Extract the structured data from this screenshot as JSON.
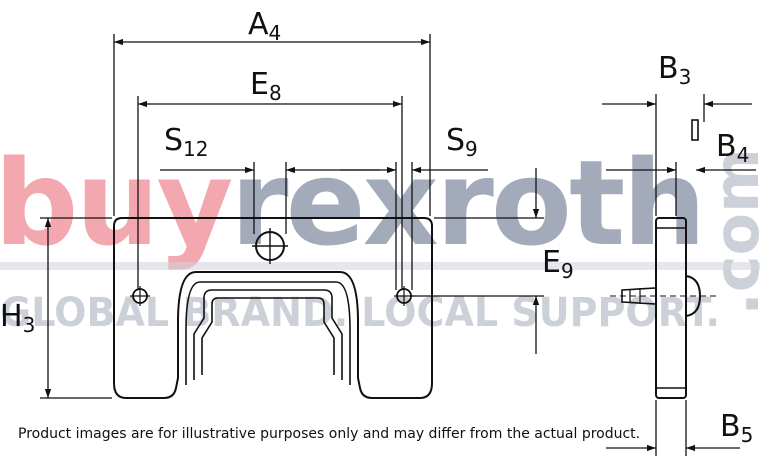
{
  "watermark": {
    "brand_part1": "buy",
    "brand_part2": "rexroth",
    "domain": ".com",
    "tagline": "GLOBAL BRAND. LOCAL SUPPORT.",
    "colors": {
      "buy": "#e8525f",
      "rexroth": "#3d4d6b"
    }
  },
  "dimensions": {
    "A4": {
      "letter": "A",
      "sub": "4"
    },
    "E8": {
      "letter": "E",
      "sub": "8"
    },
    "S12": {
      "letter": "S",
      "sub": "12"
    },
    "S9": {
      "letter": "S",
      "sub": "9"
    },
    "E9": {
      "letter": "E",
      "sub": "9"
    },
    "H3": {
      "letter": "H",
      "sub": "3"
    },
    "B3": {
      "letter": "B",
      "sub": "3"
    },
    "B4": {
      "letter": "B",
      "sub": "4"
    },
    "B5": {
      "letter": "B",
      "sub": "5"
    }
  },
  "disclaimer": "Product images are for illustrative purposes only and may differ from the actual product."
}
